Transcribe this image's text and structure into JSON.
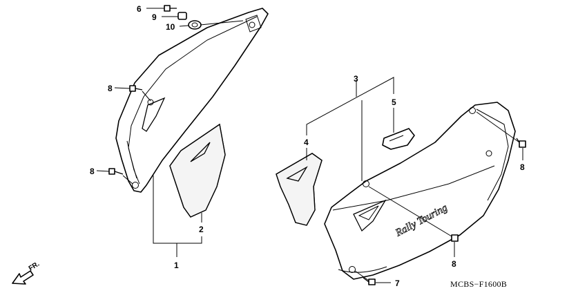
{
  "diagram": {
    "drawing_code": "MCBS−F1600B",
    "front_marker": "FR.",
    "emblem_text": "Rally Touring",
    "callouts": {
      "c6": "6",
      "c9": "9",
      "c10": "10",
      "c8_top_left": "8",
      "c8_mid_left": "8",
      "c1": "1",
      "c2": "2",
      "c3": "3",
      "c5": "5",
      "c4": "4",
      "c8_right": "8",
      "c8_bottom": "8",
      "c7": "7"
    }
  }
}
